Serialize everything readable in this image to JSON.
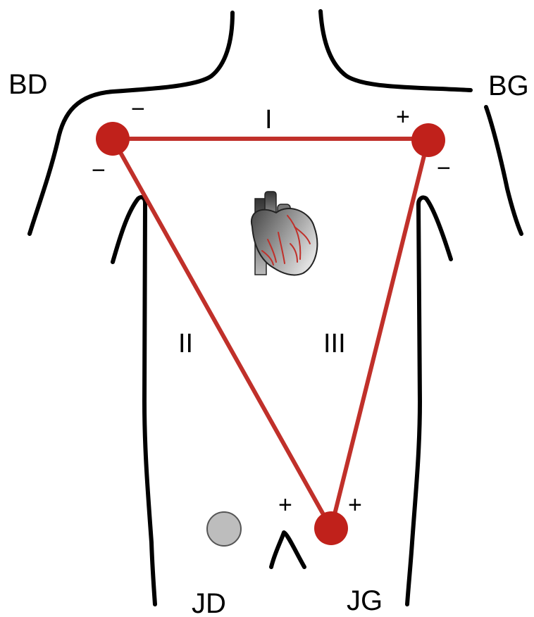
{
  "colors": {
    "lead_line": "#c0302a",
    "electrode": "#c0211b",
    "ground_electrode": "#bdbdbd",
    "body_outline": "#000000",
    "heart_dark": "#444444",
    "heart_light": "#d8d8d8",
    "heart_vessels": "#c0302a"
  },
  "limbs": {
    "right_arm": "BD",
    "left_arm": "BG",
    "right_leg": "JD",
    "left_leg": "JG"
  },
  "leads": {
    "lead_1": "I",
    "lead_2": "II",
    "lead_3": "III"
  },
  "polarity": {
    "lead_1_right_arm": "−",
    "lead_1_left_arm": "+",
    "lead_2_right_arm": "−",
    "lead_2_left_leg": "+",
    "lead_3_left_arm": "−",
    "lead_3_left_leg": "+"
  },
  "icons": {
    "heart": "heart-icon",
    "ground": "ground-electrode-icon"
  }
}
